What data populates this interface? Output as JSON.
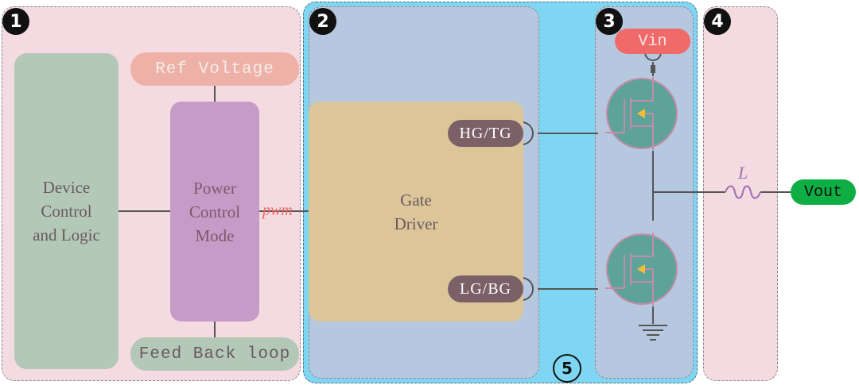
{
  "sections": {
    "s1": {
      "badge": "1"
    },
    "s2": {
      "badge": "2"
    },
    "s3": {
      "badge": "3"
    },
    "s4": {
      "badge": "4"
    },
    "s5": {
      "badge": "5"
    }
  },
  "blocks": {
    "device_control": [
      "Device",
      "Control",
      "and Logic"
    ],
    "power_control": [
      "Power",
      "Control",
      "Mode"
    ],
    "ref_voltage": "Ref Voltage",
    "feedback": "Feed Back loop",
    "gate_driver": [
      "Gate",
      "Driver"
    ]
  },
  "signals": {
    "pwm": "pwm",
    "hg_tg": "HG/TG",
    "lg_bg": "LG/BG",
    "vin": "Vin",
    "vout": "Vout",
    "inductor": "L"
  },
  "colors": {
    "pink_panel": "#f4dbe1",
    "cyan_panel": "#7fd6f2",
    "blue_panel": "#b6c8e0",
    "device_block": "#b3c8b6",
    "power_block": "#c79bc8",
    "ref_voltage": "#eeb1a8",
    "feedback": "#b3c8b6",
    "gate_driver": "#dcc598",
    "pin": "#7c6068",
    "vin": "#f06a6a",
    "vout": "#0fae45",
    "mosfet": "#5ea39a",
    "pwm_text": "#f06a6a"
  },
  "icons": [
    "mosfet-high-icon",
    "mosfet-low-icon",
    "ground-icon",
    "inductor-icon"
  ]
}
